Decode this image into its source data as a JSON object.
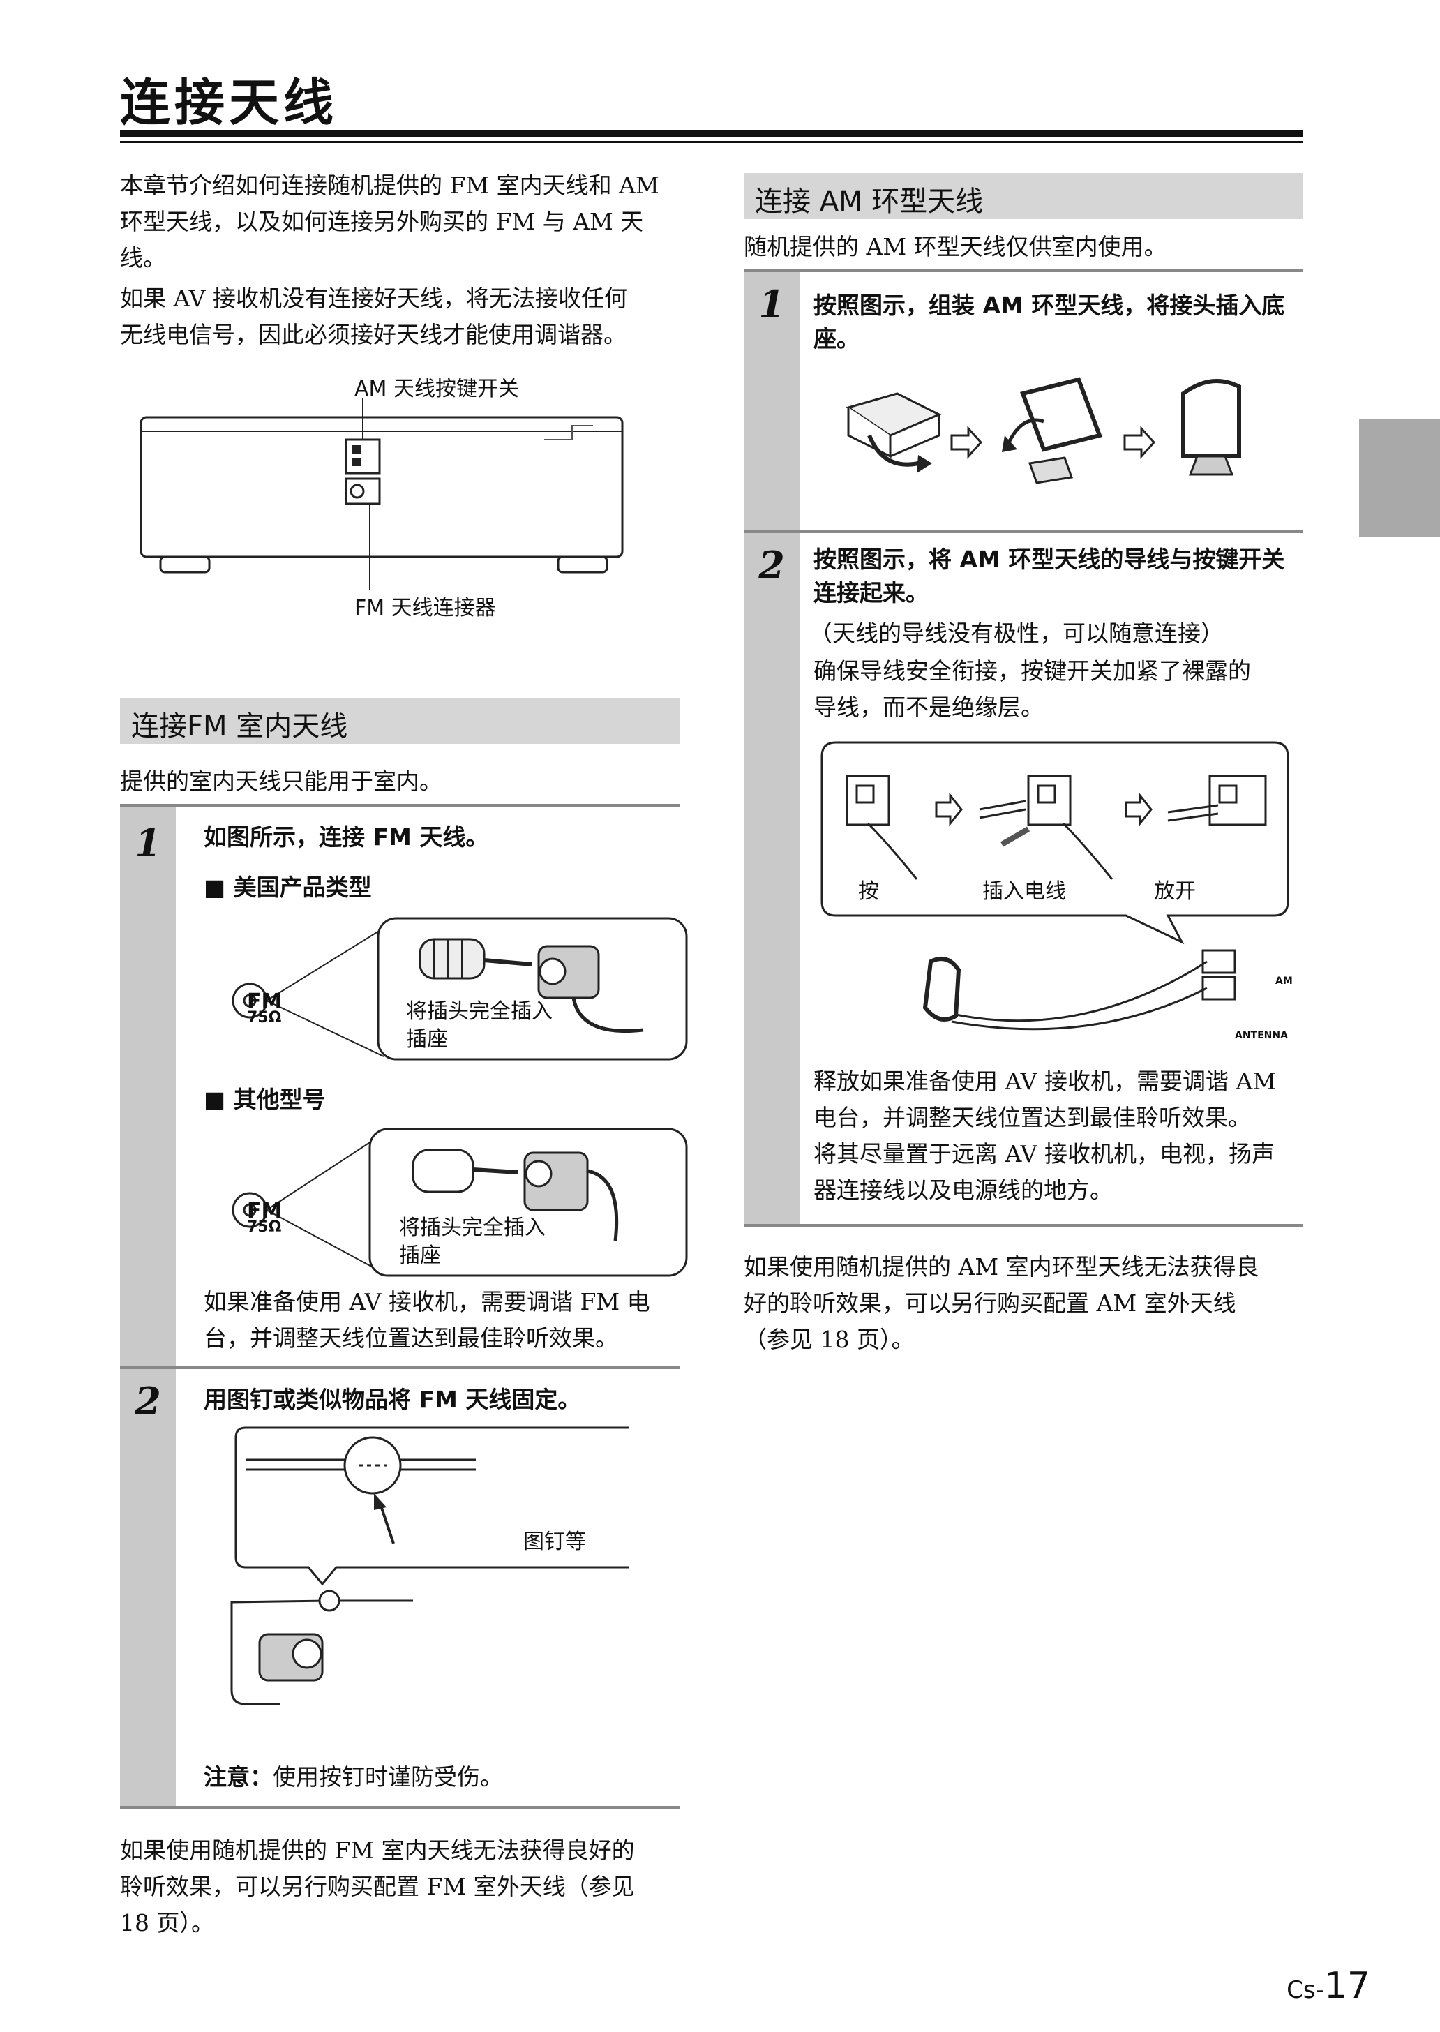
{
  "page": {
    "title": "连接天线",
    "intro_lines": [
      "本章节介绍如何连接随机提供的 FM 室内天线和 AM",
      "环型天线，以及如何连接另外购买的 FM 与 AM 天",
      "线。",
      "如果 AV 接收机没有连接好天线，将无法接收任何",
      "无线电信号，因此必须接好天线才能使用调谐器。"
    ],
    "diagram": {
      "label_top": "AM 天线按键开关",
      "label_bottom": "FM 天线连接器"
    },
    "fm": {
      "heading": "连接FM 室内天线",
      "desc": "提供的室内天线只能用于室内。",
      "step1_num": "1",
      "step1_title": "如图所示，连接 FM 天线。",
      "us_label": "美国产品类型",
      "other_label": "其他型号",
      "jack_label": "FM",
      "jack_ohm": "75Ω",
      "insert_line1": "将插头完全插入",
      "insert_line2": "插座",
      "step1_note_lines": [
        "如果准备使用 AV 接收机，需要调谐 FM 电",
        "台，并调整天线位置达到最佳聆听效果。"
      ],
      "step2_num": "2",
      "step2_title": "用图钉或类似物品将 FM 天线固定。",
      "pin_label": "图钉等",
      "caution_label": "注意：",
      "caution_text": "使用按钉时谨防受伤。",
      "footer_lines": [
        "如果使用随机提供的 FM 室内天线无法获得良好的",
        "聆听效果，可以另行购买配置 FM 室外天线（参见",
        "18 页）。"
      ]
    },
    "am": {
      "heading": "连接 AM 环型天线",
      "desc": "随机提供的 AM 环型天线仅供室内使用。",
      "step1_num": "1",
      "step1_lines": [
        "按照图示，组装 AM 环型天线，将接头插入底",
        "座。"
      ],
      "step2_num": "2",
      "step2_lines": [
        "按照图示，将 AM 环型天线的导线与按键开关",
        "连接起来。"
      ],
      "step2_paren": "（天线的导线没有极性，可以随意连接）",
      "step2_desc_lines": [
        "确保导线安全衔接，按键开关加紧了裸露的",
        "导线，而不是绝缘层。"
      ],
      "press": "按",
      "insert_wire": "插入电线",
      "release": "放开",
      "am_label": "AM",
      "antenna_label": "ANTENNA",
      "step2_note_lines": [
        "释放如果准备使用 AV 接收机，需要调谐 AM",
        "电台，并调整天线位置达到最佳聆听效果。",
        "将其尽量置于远离 AV 接收机机，电视，扬声",
        "器连接线以及电源线的地方。"
      ],
      "footer_lines": [
        "如果使用随机提供的 AM 室内环型天线无法获得良",
        "好的聆听效果，可以另行购买配置 AM 室外天线",
        "（参见 18 页）。"
      ]
    },
    "page_prefix": "Cs-",
    "page_number": "17"
  }
}
